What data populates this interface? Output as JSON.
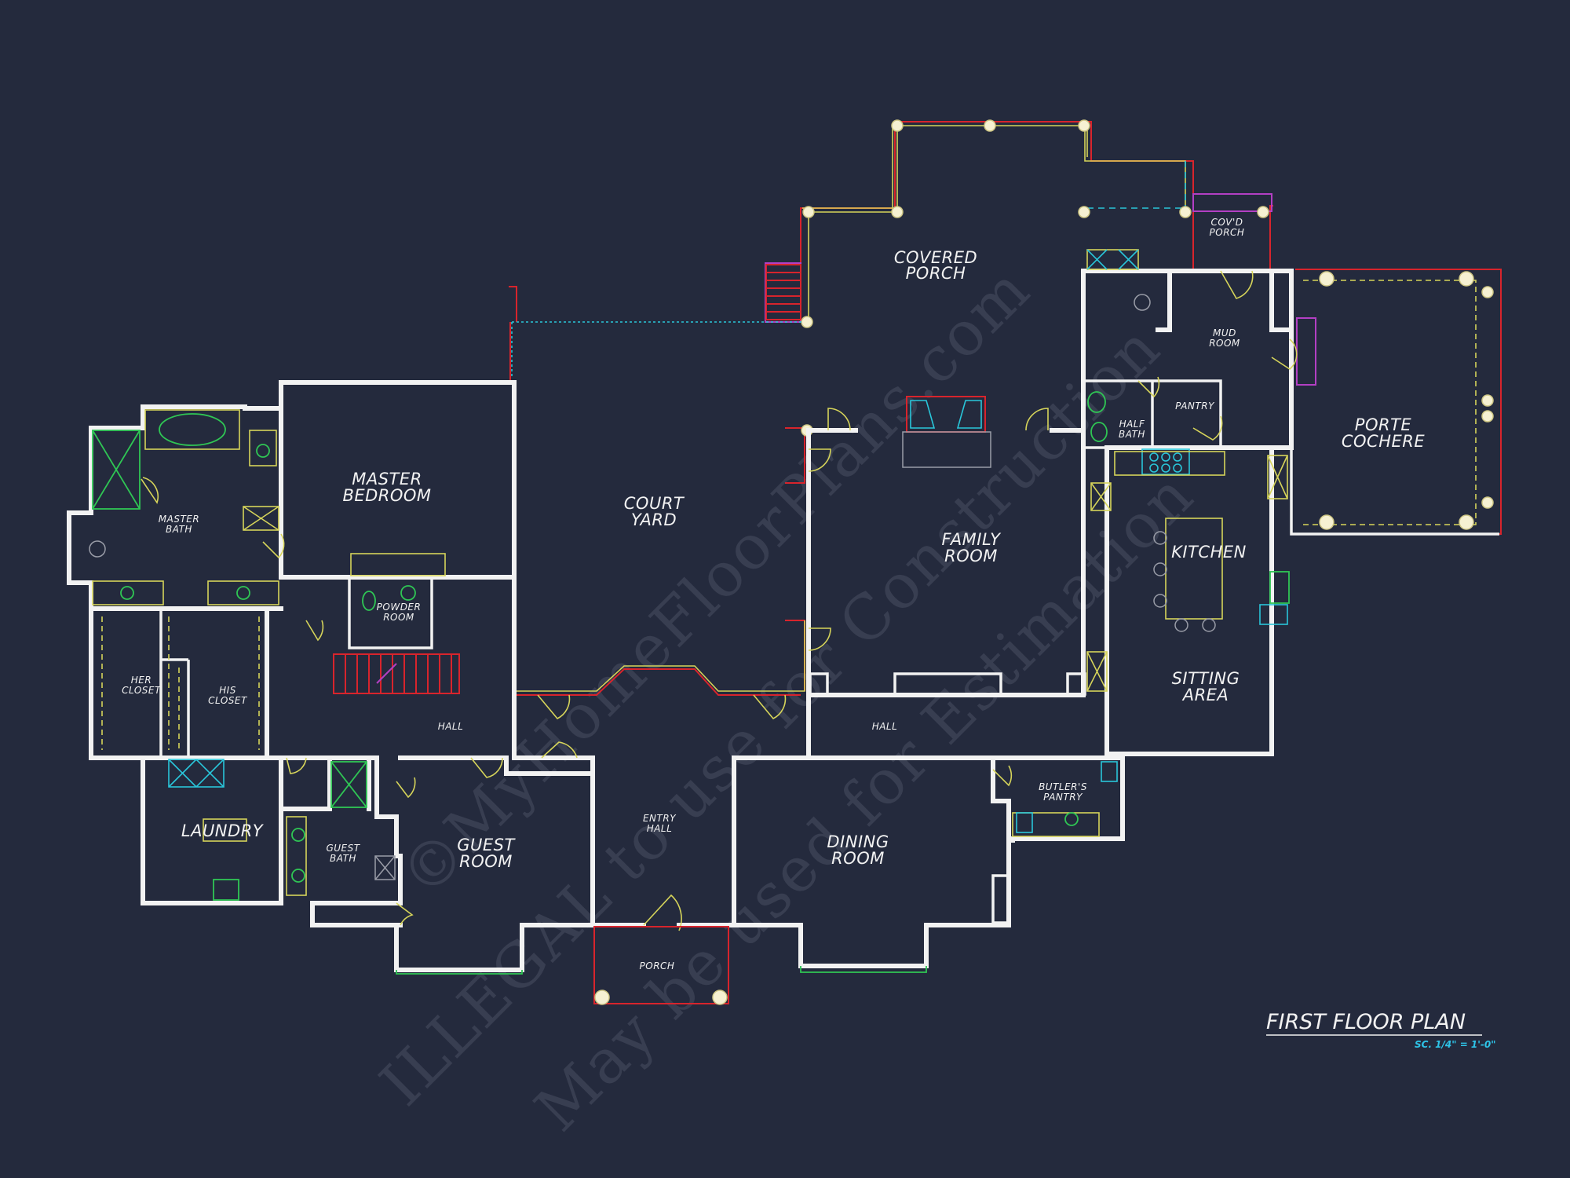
{
  "rooms": {
    "covered_porch": [
      "COVERED",
      "PORCH"
    ],
    "covd_porch": [
      "COV'D",
      "PORCH"
    ],
    "mud_room": [
      "MUD",
      "ROOM"
    ],
    "porte_cochere": [
      "PORTE",
      "COCHERE"
    ],
    "half_bath": [
      "HALF",
      "BATH"
    ],
    "pantry": "PANTRY",
    "family_room": [
      "FAMILY",
      "ROOM"
    ],
    "kitchen": "KITCHEN",
    "sitting_area": [
      "SITTING",
      "AREA"
    ],
    "court_yard": [
      "COURT",
      "YARD"
    ],
    "master_bedroom": [
      "MASTER",
      "BEDROOM"
    ],
    "master_bath": [
      "MASTER",
      "BATH"
    ],
    "powder_room": [
      "POWDER",
      "ROOM"
    ],
    "her_closet": [
      "HER",
      "CLOSET"
    ],
    "his_closet": [
      "HIS",
      "CLOSET"
    ],
    "hall_west": "HALL",
    "hall_east": "HALL",
    "laundry": "LAUNDRY",
    "guest_bath": [
      "GUEST",
      "BATH"
    ],
    "guest_room": [
      "GUEST",
      "ROOM"
    ],
    "entry_hall": [
      "ENTRY",
      "HALL"
    ],
    "dining_room": [
      "DINING",
      "ROOM"
    ],
    "butlers_pantry": [
      "BUTLER'S",
      "PANTRY"
    ],
    "porch": "PORCH"
  },
  "title_block": {
    "title": "FIRST FLOOR PLAN",
    "scale": "SC. 1/4\" = 1'-0\""
  },
  "watermark": {
    "line1": "©MyHomeFloorPlans.com",
    "line2": "ILLEGAL to use for Construction",
    "line3": "May be used for Estimation"
  },
  "colors": {
    "background": "#242a3d",
    "walls": "#f2f2f2",
    "property_line": "#d8242c",
    "fixtures": "#d6d45a",
    "plumbing": "#2fc654",
    "appliances": "#29c6da",
    "scale_text": "#2ec4e8"
  }
}
